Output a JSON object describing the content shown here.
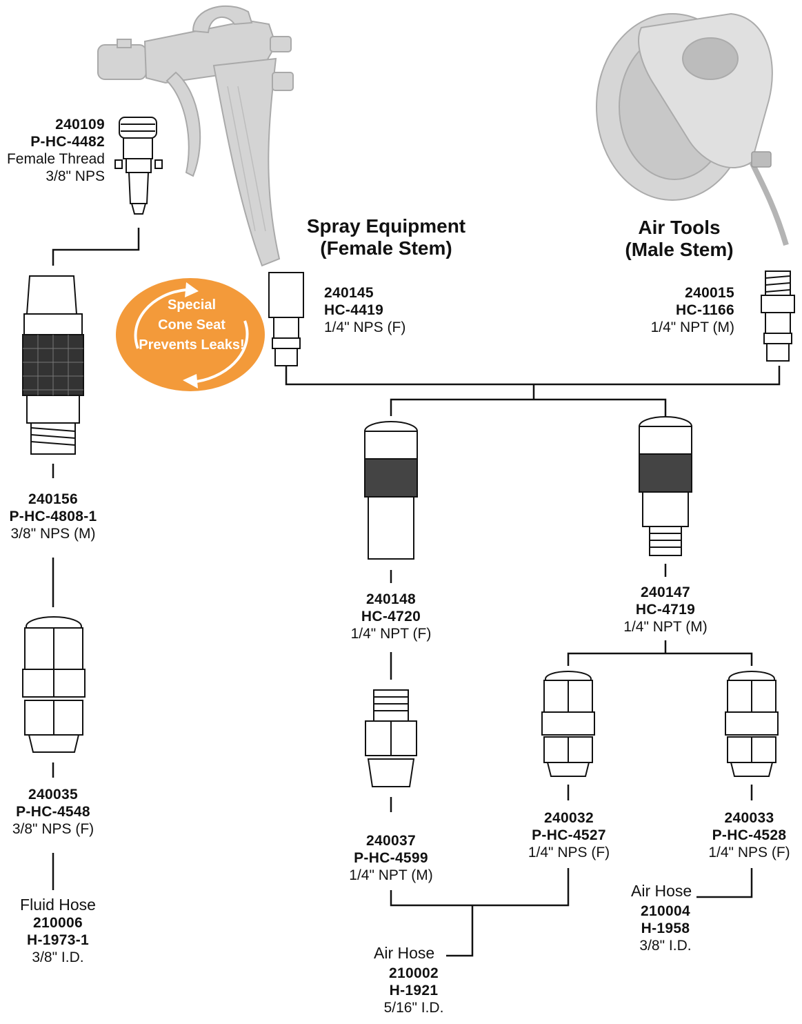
{
  "headings": {
    "spray": [
      "Spray Equipment",
      "(Female Stem)"
    ],
    "air_tools": [
      "Air Tools",
      "(Male Stem)"
    ]
  },
  "badge": {
    "lines": [
      "Special",
      "Cone Seat",
      "Prevents Leaks!"
    ],
    "color": "#F39A3A"
  },
  "parts": {
    "p240109": {
      "num": "240109",
      "code": "P-HC-4482",
      "desc1": "Female Thread",
      "desc2": "3/8\" NPS"
    },
    "p240145": {
      "num": "240145",
      "code": "HC-4419",
      "desc": "1/4\" NPS (F)"
    },
    "p240015": {
      "num": "240015",
      "code": "HC-1166",
      "desc": "1/4\" NPT (M)"
    },
    "p240156": {
      "num": "240156",
      "code": "P-HC-4808-1",
      "desc": "3/8\" NPS (M)"
    },
    "p240148": {
      "num": "240148",
      "code": "HC-4720",
      "desc": "1/4\" NPT (F)"
    },
    "p240147": {
      "num": "240147",
      "code": "HC-4719",
      "desc": "1/4\" NPT (M)"
    },
    "p240035": {
      "num": "240035",
      "code": "P-HC-4548",
      "desc": "3/8\" NPS (F)"
    },
    "p240037": {
      "num": "240037",
      "code": "P-HC-4599",
      "desc": "1/4\" NPT (M)"
    },
    "p240032": {
      "num": "240032",
      "code": "P-HC-4527",
      "desc": "1/4\" NPS (F)"
    },
    "p240033": {
      "num": "240033",
      "code": "P-HC-4528",
      "desc": "1/4\" NPS (F)"
    }
  },
  "hoses": {
    "fluid": {
      "name": "Fluid Hose",
      "num": "210006",
      "code": "H-1973-1",
      "desc": "3/8\" I.D."
    },
    "air1": {
      "name": "Air Hose",
      "num": "210002",
      "code": "H-1921",
      "desc": "5/16\" I.D."
    },
    "air2": {
      "name": "Air Hose",
      "num": "210004",
      "code": "H-1958",
      "desc": "3/8\" I.D."
    }
  },
  "icons": [
    "spray-gun-icon",
    "air-sander-icon",
    "fitting-icon"
  ]
}
